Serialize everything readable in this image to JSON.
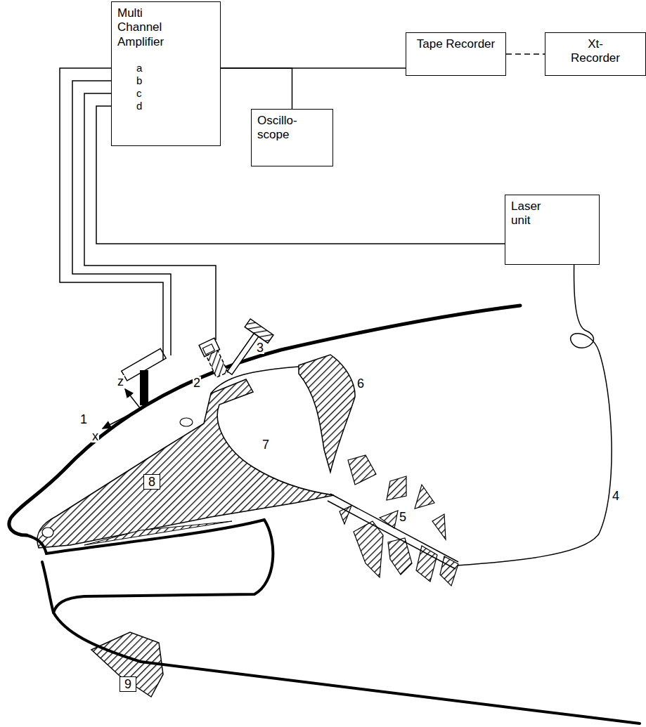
{
  "diagram": {
    "nodes": [
      {
        "text": [
          "Multi Channel Amplifier"
        ]
      },
      {
        "text": [
          "Tape Recorder"
        ]
      },
      {
        "text": [
          "Xt- Recorder"
        ]
      },
      {
        "text": [
          "Oscillo- scope"
        ]
      },
      {
        "text": [
          "Laser unit"
        ]
      }
    ],
    "edges": [
      {
        "from": 0,
        "to": 1,
        "arrow": "none"
      },
      {
        "from": 1,
        "to": 2,
        "arrow": "none"
      },
      {
        "from": 0,
        "to": 3,
        "arrow": "none"
      },
      {
        "from": 0,
        "to": 4,
        "arrow": "none"
      }
    ],
    "labels": [
      "a",
      "b",
      "c",
      "d",
      "z",
      "x",
      "1",
      "2",
      "3",
      "4",
      "5",
      "6",
      "7",
      "8",
      "9"
    ]
  }
}
